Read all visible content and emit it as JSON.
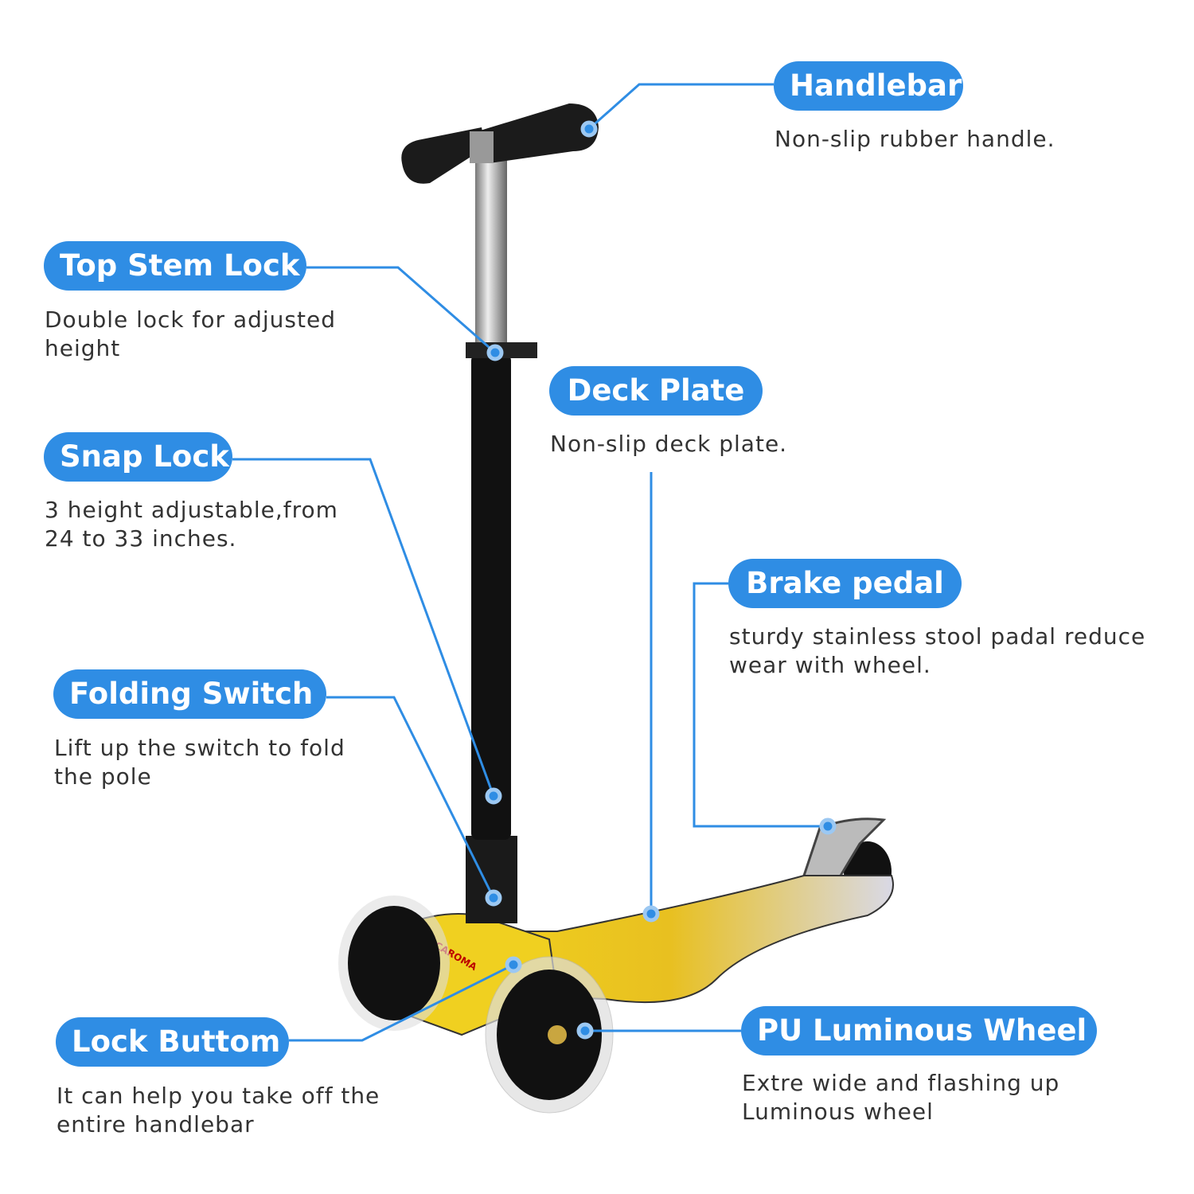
{
  "accent_color": "#2f8de4",
  "callouts": {
    "handlebar": {
      "title": "Handlebar",
      "desc": [
        "Non-slip rubber handle."
      ]
    },
    "top_stem_lock": {
      "title": "Top Stem Lock",
      "desc": [
        "Double lock for adjusted",
        "height"
      ]
    },
    "snap_lock": {
      "title": "Snap Lock",
      "desc": [
        "3 height adjustable,from",
        "24 to 33 inches."
      ]
    },
    "folding_switch": {
      "title": "Folding Switch",
      "desc": [
        "Lift up the switch to fold",
        "the pole"
      ]
    },
    "lock_buttom": {
      "title": "Lock Buttom",
      "desc": [
        "It can help you take off the",
        "entire handlebar"
      ]
    },
    "deck_plate": {
      "title": "Deck Plate",
      "desc": [
        "Non-slip deck plate."
      ]
    },
    "brake_pedal": {
      "title": "Brake pedal",
      "desc": [
        "sturdy stainless stool padal reduce",
        "wear with wheel."
      ]
    },
    "pu_wheel": {
      "title": "PU Luminous Wheel",
      "desc": [
        "Extre wide and flashing up",
        "Luminous wheel"
      ]
    }
  },
  "brand_logo": "CAROMA"
}
